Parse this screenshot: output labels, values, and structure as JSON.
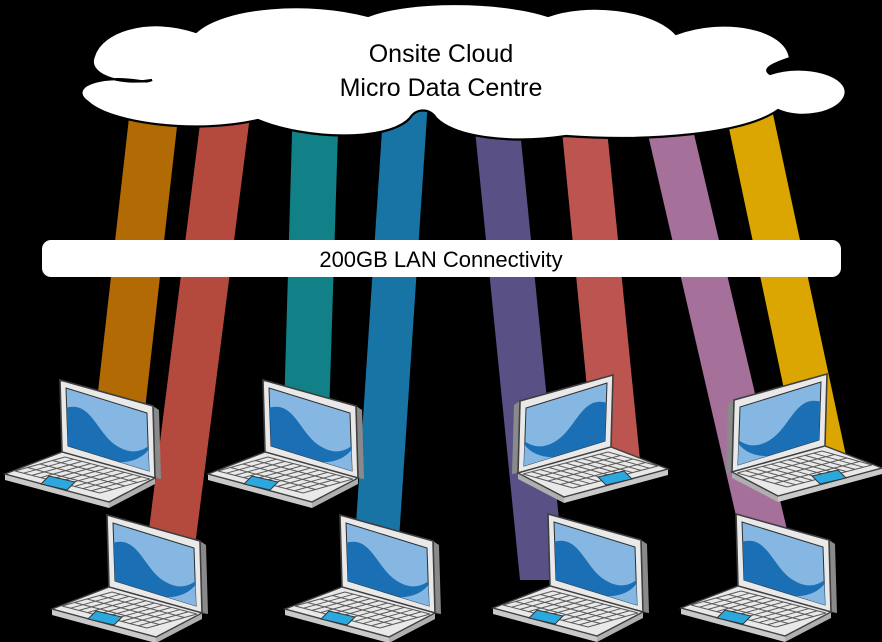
{
  "background_color": "#000000",
  "cloud": {
    "label_line1": "Onsite Cloud",
    "label_line2": "Micro Data Centre",
    "fill": "#FFFFFF",
    "outline": "#000000",
    "text_color": "#000000"
  },
  "lan_bar": {
    "label": "200GB LAN Connectivity",
    "fill": "#FFFFFF",
    "text_color": "#000000"
  },
  "connections": [
    {
      "name": "link-1",
      "color": "#B26B04",
      "to": "laptop-upper-1"
    },
    {
      "name": "link-2",
      "color": "#B4493D",
      "to": "laptop-lower-1"
    },
    {
      "name": "link-3",
      "color": "#128187",
      "to": "laptop-upper-2"
    },
    {
      "name": "link-4",
      "color": "#1874A4",
      "to": "laptop-lower-2"
    },
    {
      "name": "link-5",
      "color": "#595086",
      "to": "laptop-lower-3"
    },
    {
      "name": "link-6",
      "color": "#BC554F",
      "to": "laptop-upper-3"
    },
    {
      "name": "link-7",
      "color": "#A5719B",
      "to": "laptop-lower-4"
    },
    {
      "name": "link-8",
      "color": "#DCA602",
      "to": "laptop-upper-4"
    }
  ],
  "laptops": {
    "count": 8,
    "body": "#E9E9E9",
    "body_edge": "#C9C9C9",
    "body_side": "#B0B0B0",
    "outline": "#3F3F3F",
    "screen_dark": "#1B6FB5",
    "screen_light": "#85B7E2",
    "touchpad": "#2BA9DF"
  }
}
